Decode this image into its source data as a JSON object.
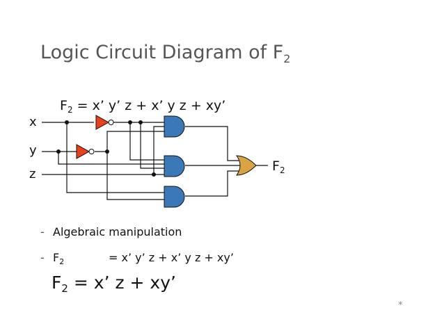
{
  "title": {
    "text": "Logic Circuit Diagram of F",
    "sub": "2"
  },
  "formula": {
    "lhs": "F",
    "sub": "2",
    "rhs": " = x’ y’ z + x’ y z + xy’"
  },
  "inputs": {
    "x": "x",
    "y": "y",
    "z": "z"
  },
  "output": {
    "label": "F",
    "sub": "2"
  },
  "bullets": {
    "dash": "-",
    "item1": "Algebraic manipulation",
    "item2_lhs": "F",
    "item2_sub": "2",
    "item2_rhs": "= x’ y’ z + x’ y z + xy’"
  },
  "result": {
    "lhs": "F",
    "sub": "2",
    "rhs": " = x’ z + xy’"
  },
  "slide_mark": "*",
  "colors": {
    "not_gate": "#e8401c",
    "and_gate": "#3a78b8",
    "or_gate": "#d9a441",
    "wire": "#111111",
    "title": "#555555"
  }
}
